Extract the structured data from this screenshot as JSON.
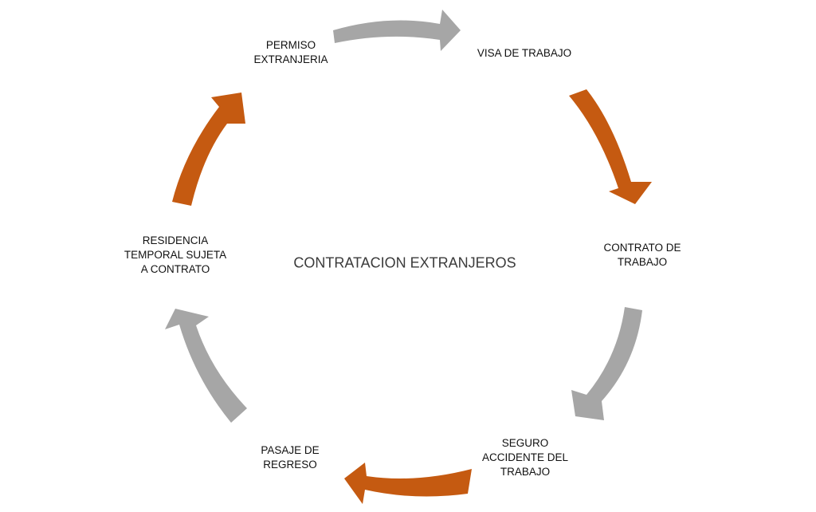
{
  "diagram": {
    "title": "CONTRATACION EXTRANJEROS",
    "nodes": [
      {
        "id": "permiso",
        "label": "PERMISO\nEXTRANJERIA"
      },
      {
        "id": "visa",
        "label": "VISA DE TRABAJO"
      },
      {
        "id": "contrato",
        "label": "CONTRATO DE\nTRABAJO"
      },
      {
        "id": "seguro",
        "label": "SEGURO\nACCIDENTE DEL\nTRABAJO"
      },
      {
        "id": "pasaje",
        "label": "PASAJE DE\nREGRESO"
      },
      {
        "id": "residencia",
        "label": "RESIDENCIA\nTEMPORAL SUJETA\nA CONTRATO"
      }
    ],
    "arrows": [
      {
        "from": "permiso",
        "to": "visa",
        "color": "#a6a6a6"
      },
      {
        "from": "visa",
        "to": "contrato",
        "color": "#c55a11"
      },
      {
        "from": "contrato",
        "to": "seguro",
        "color": "#a6a6a6"
      },
      {
        "from": "seguro",
        "to": "pasaje",
        "color": "#c55a11"
      },
      {
        "from": "pasaje",
        "to": "residencia",
        "color": "#a6a6a6"
      },
      {
        "from": "residencia",
        "to": "permiso",
        "color": "#c55a11"
      }
    ]
  }
}
